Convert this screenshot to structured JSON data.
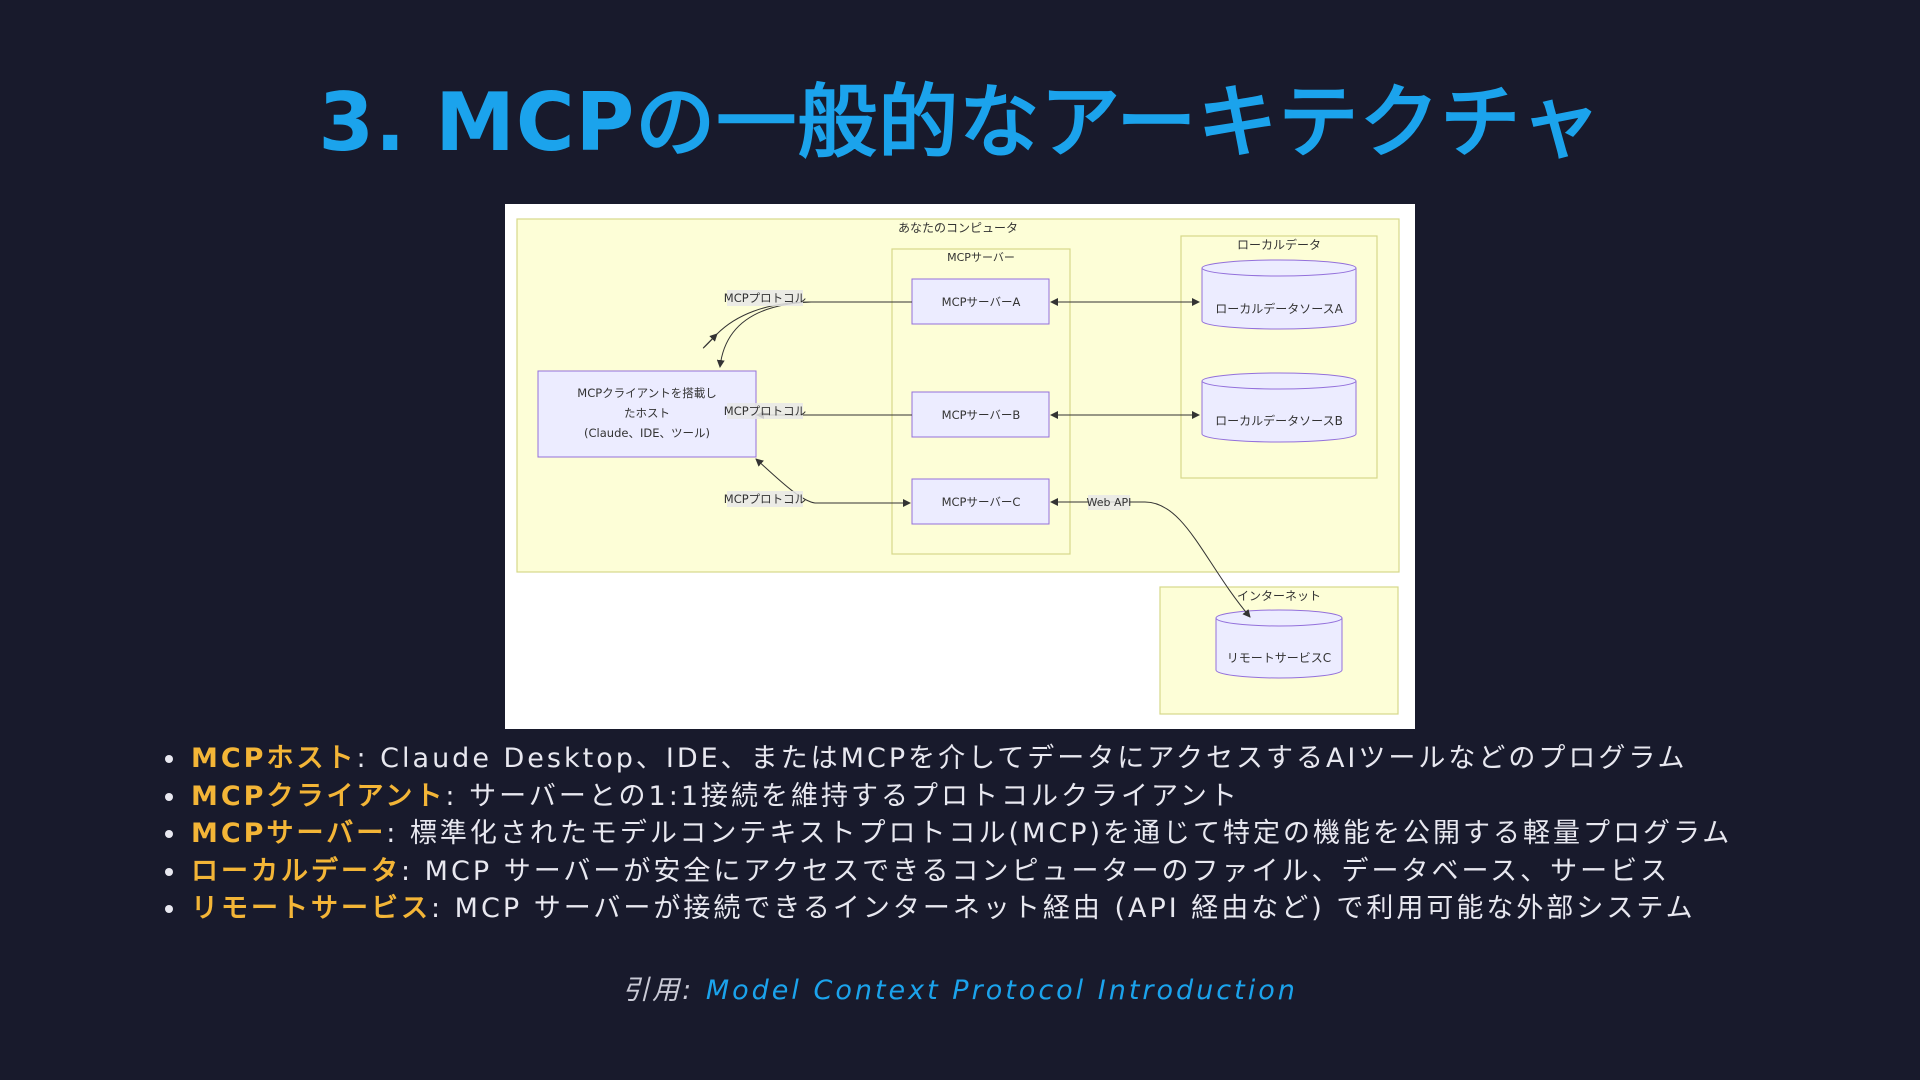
{
  "title": "3. MCPの一般的なアーキテクチャ",
  "diagram": {
    "computer_group": "あなたのコンピュータ",
    "server_group": "MCPサーバー",
    "local_group": "ローカルデータ",
    "internet_group": "インターネット",
    "host_lines": [
      "MCPクライアントを搭載し",
      "たホスト",
      "(Claude、IDE、ツール)"
    ],
    "server_a": "MCPサーバーA",
    "server_b": "MCPサーバーB",
    "server_c": "MCPサーバーC",
    "protocol_label": "MCPプロトコル",
    "local_a": "ローカルデータソースA",
    "local_b": "ローカルデータソースB",
    "remote_c": "リモートサービスC",
    "web_api_label": "Web API",
    "colors": {
      "group_fill": "#fdfed7",
      "group_stroke": "#d6d88a",
      "node_fill": "#ececff",
      "node_stroke": "#9370db"
    }
  },
  "bullets": [
    {
      "term": "MCPホスト",
      "text": ": Claude Desktop、IDE、またはMCPを介してデータにアクセスするAIツールなどのプログラム"
    },
    {
      "term": "MCPクライアント",
      "text": ": サーバーとの1:1接続を維持するプロトコルクライアント"
    },
    {
      "term": "MCPサーバー",
      "text": ": 標準化されたモデルコンテキストプロトコル(MCP)を通じて特定の機能を公開する軽量プログラム"
    },
    {
      "term": "ローカルデータ",
      "text": ": MCP サーバーが安全にアクセスできるコンピューターのファイル、データベース、サービス"
    },
    {
      "term": "リモートサービス",
      "text": ": MCP サーバーが接続できるインターネット経由 (API 経由など) で利用可能な外部システム"
    }
  ],
  "citation": {
    "prefix": "引用: ",
    "link_text": "Model Context Protocol Introduction"
  },
  "colors": {
    "background": "#181a2c",
    "title": "#1ba3ec",
    "term": "#f3b537",
    "link": "#1ba3ec"
  }
}
